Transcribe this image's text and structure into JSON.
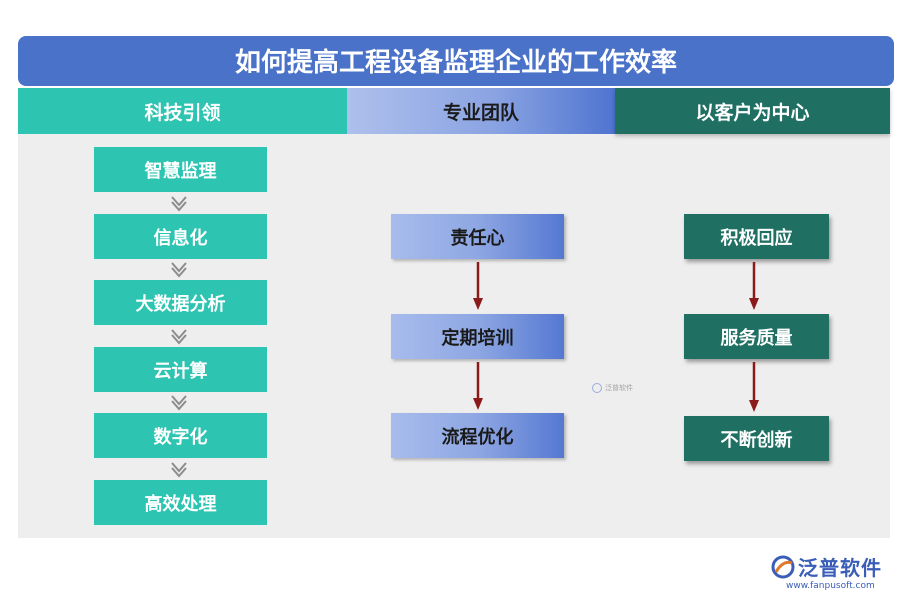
{
  "title": "如何提高工程设备监理企业的工作效率",
  "columns": [
    {
      "header": "科技引领",
      "items": [
        "智慧监理",
        "信息化",
        "大数据分析",
        "云计算",
        "数字化",
        "高效处理"
      ]
    },
    {
      "header": "专业团队",
      "items": [
        "责任心",
        "定期培训",
        "流程优化"
      ]
    },
    {
      "header": "以客户为中心",
      "items": [
        "积极回应",
        "服务质量",
        "不断创新"
      ]
    }
  ],
  "watermark": {
    "center_text": "泛普软件",
    "logo_text": "泛普软件",
    "logo_url": "www.fanpusoft.com"
  },
  "colors": {
    "title_bg": "#4a72c9",
    "teal": "#2ec4b2",
    "dark_teal": "#1f6f63",
    "blue": "#5578d2",
    "arrow_gray": "#8c8c8c",
    "arrow_red": "#8b1a1a"
  }
}
